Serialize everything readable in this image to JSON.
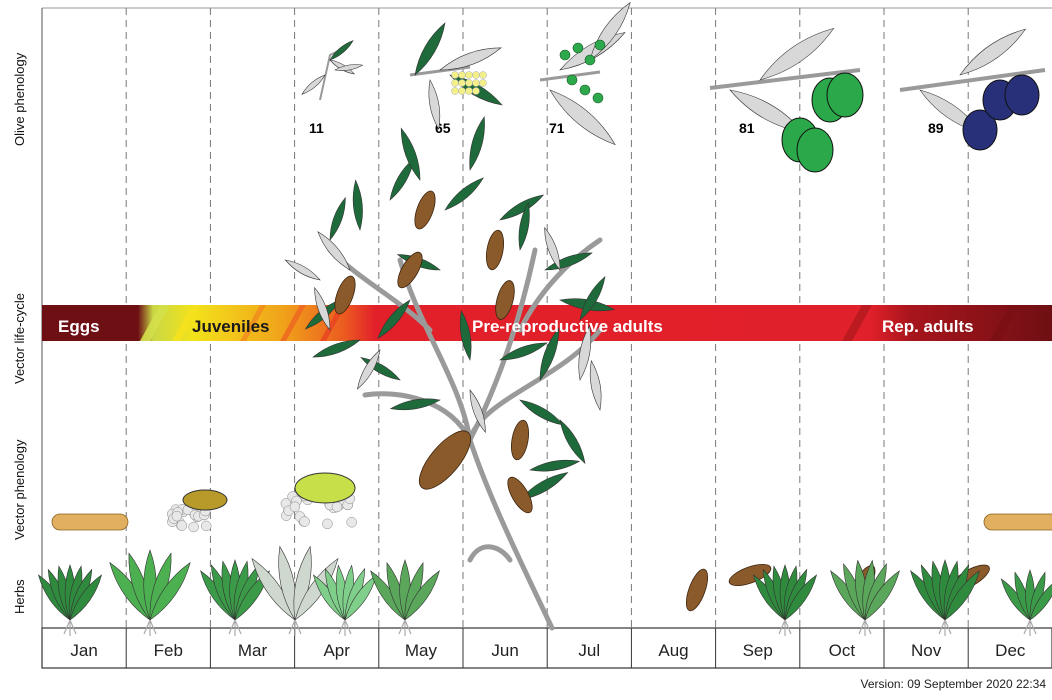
{
  "row_labels": {
    "olive_phenology": "Olive phenology",
    "vector_life_cycle": "Vector life-cycle",
    "vector_phenology": "Vector phenology",
    "herbs": "Herbs"
  },
  "months": [
    "Jan",
    "Feb",
    "Mar",
    "Apr",
    "May",
    "Jun",
    "Jul",
    "Aug",
    "Sep",
    "Oct",
    "Nov",
    "Dec"
  ],
  "olive_stages": [
    {
      "code": "11",
      "month": 3.5,
      "color": "#ffffff",
      "icon": "olive-shoot-icon"
    },
    {
      "code": "65",
      "month": 4.5,
      "color": "#f3f08a",
      "icon": "olive-flower-icon"
    },
    {
      "code": "71",
      "month": 6.5,
      "color": "#2da84a",
      "icon": "olive-fruit-set-icon"
    },
    {
      "code": "81",
      "month": 8.5,
      "color": "#2aa84a",
      "icon": "green-olive-icon"
    },
    {
      "code": "89",
      "month": 10.5,
      "color": "#28307a",
      "icon": "ripe-olive-icon"
    }
  ],
  "life_cycle": [
    {
      "label": "Eggs",
      "color": "#6e0f14"
    },
    {
      "label": "Juveniles",
      "color": "#f0c21d"
    },
    {
      "label": "Pre-reproductive adults",
      "color": "#e0202a"
    },
    {
      "label": "Rep. adults",
      "color": "#8a1218"
    }
  ],
  "version": "Version: 09 September 2020 22:34",
  "colors": {
    "leaf_dark": "#1f6a3a",
    "leaf_light": "#d8d8d8",
    "branch": "#9a9a9a",
    "insect_brown": "#8b5a2b",
    "nymph_yellow": "#c7e04a",
    "foam": "#e8e8e8"
  }
}
